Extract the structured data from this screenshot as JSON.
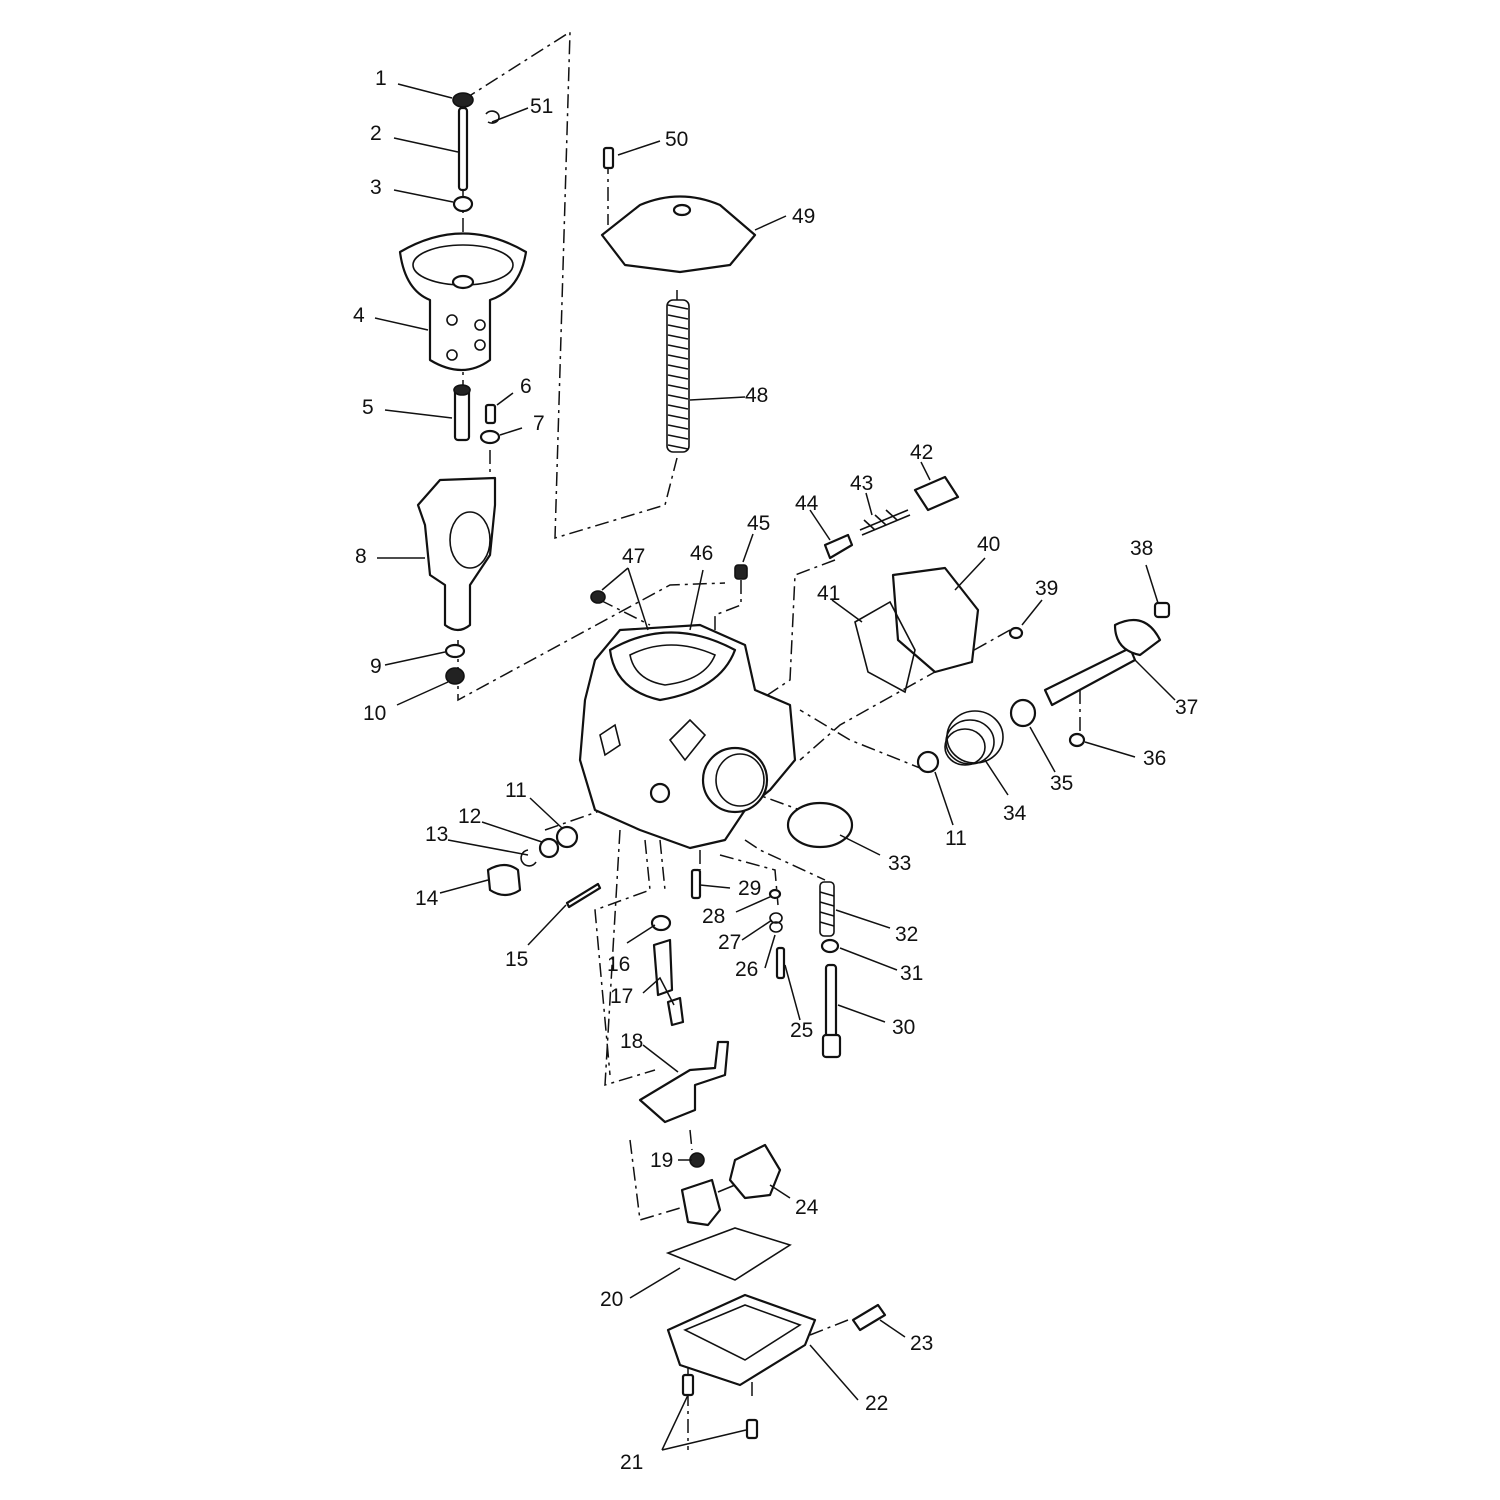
{
  "labels": [
    "1",
    "2",
    "3",
    "4",
    "5",
    "6",
    "7",
    "8",
    "9",
    "10",
    "11",
    "12",
    "13",
    "14",
    "15",
    "16",
    "17",
    "18",
    "19",
    "20",
    "21",
    "22",
    "23",
    "24",
    "25",
    "26",
    "27",
    "28",
    "29",
    "30",
    "31",
    "32",
    "33",
    "34",
    "35",
    "36",
    "37",
    "38",
    "39",
    "40",
    "41",
    "42",
    "43",
    "44",
    "45",
    "46",
    "47",
    "48",
    "49",
    "50",
    "51"
  ],
  "second_label_11": "11"
}
